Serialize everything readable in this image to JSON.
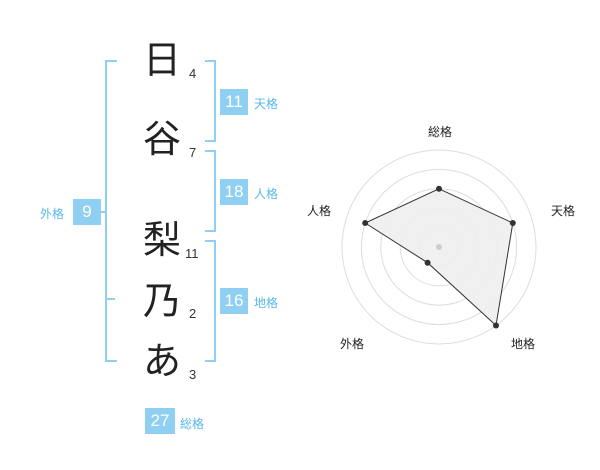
{
  "name": {
    "characters": [
      {
        "char": "日",
        "strokes": "4"
      },
      {
        "char": "谷",
        "strokes": "7"
      },
      {
        "char": "梨",
        "strokes": "11"
      },
      {
        "char": "乃",
        "strokes": "2"
      },
      {
        "char": "あ",
        "strokes": "3"
      }
    ]
  },
  "fortune": {
    "tenkaku": {
      "value": "11",
      "label": "天格"
    },
    "jinkaku": {
      "value": "18",
      "label": "人格"
    },
    "chikaku": {
      "value": "16",
      "label": "地格"
    },
    "gaikaku": {
      "value": "9",
      "label": "外格"
    },
    "soukaku": {
      "value": "27",
      "label": "総格"
    }
  },
  "radar": {
    "axes": [
      "総格",
      "天格",
      "地格",
      "外格",
      "人格"
    ],
    "values": [
      3,
      4,
      5,
      1,
      4
    ],
    "max": 5,
    "fill_color": "#eeeeee",
    "line_color": "#333333",
    "ring_color": "#dddddd"
  },
  "colors": {
    "accent": "#8fcff2",
    "accent_text": "#59b7eb"
  }
}
